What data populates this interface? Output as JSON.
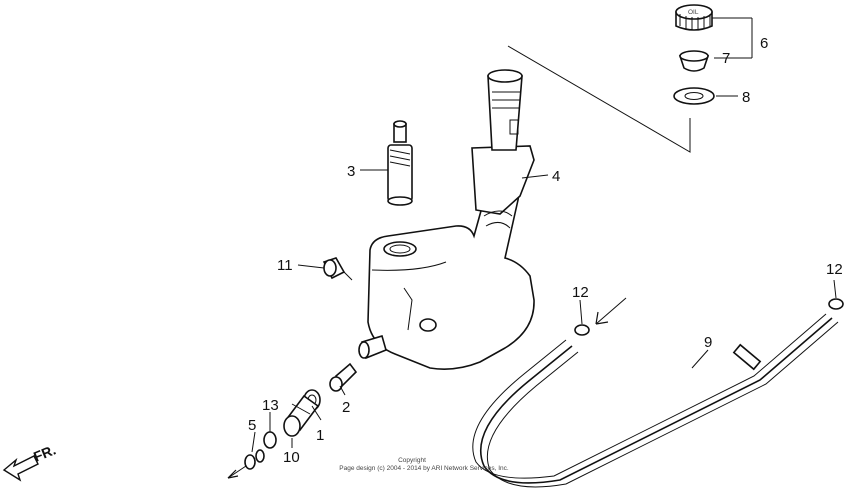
{
  "callouts": {
    "p1": "1",
    "p2": "2",
    "p3": "3",
    "p4": "4",
    "p5": "5",
    "p6": "6",
    "p7": "7",
    "p8": "8",
    "p9": "9",
    "p10": "10",
    "p11": "11",
    "p12a": "12",
    "p12b": "12",
    "p13": "13"
  },
  "direction_label": "FR.",
  "cap_label": "OIL",
  "copyright": {
    "line1": "Copyright",
    "line2": "Page design (c) 2004 - 2014 by ARI Network Services, Inc."
  }
}
